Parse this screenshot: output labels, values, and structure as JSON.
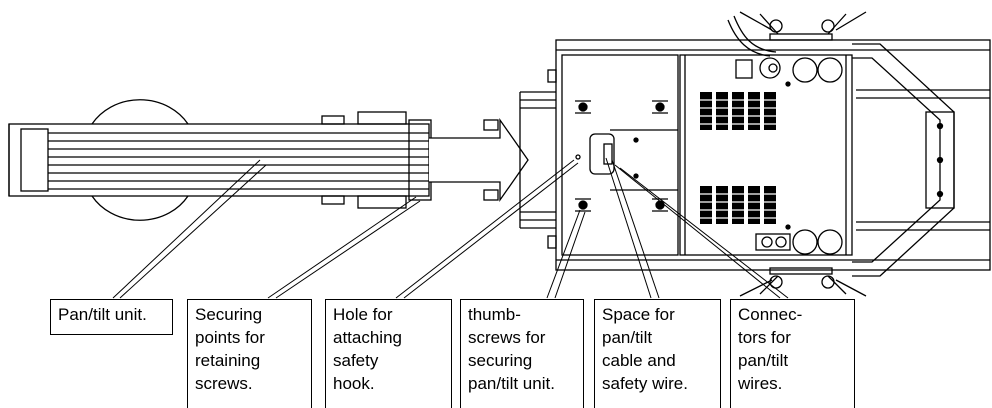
{
  "callouts": [
    {
      "id": "pan-tilt-unit",
      "text": "Pan/tilt unit."
    },
    {
      "id": "securing-points",
      "text": "Securing\npoints for\nretaining\nscrews."
    },
    {
      "id": "safety-hook-hole",
      "text": "Hole for\nattaching\nsafety\nhook."
    },
    {
      "id": "thumbscrews",
      "text": "thumb-\nscrews for\nsecuring\npan/tilt unit."
    },
    {
      "id": "cable-space",
      "text": "Space for\npan/tilt\ncable and\nsafety wire."
    },
    {
      "id": "connectors",
      "text": "Connec-\ntors for\npan/tilt\nwires."
    }
  ],
  "colors": {
    "line": "#000000",
    "background": "#ffffff"
  }
}
